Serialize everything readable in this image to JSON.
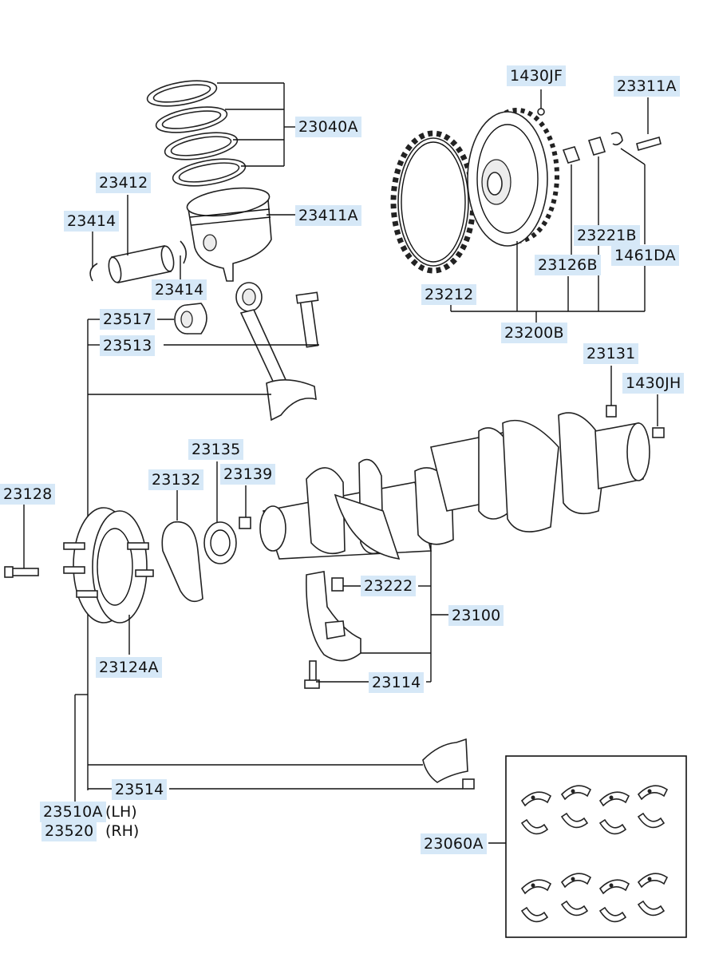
{
  "diagram": {
    "callouts": {
      "p23040A": "23040A",
      "p23412": "23412",
      "p23414a": "23414",
      "p23411A": "23411A",
      "p23414b": "23414",
      "p23517": "23517",
      "p23513": "23513",
      "p1430JF": "1430JF",
      "p23311A": "23311A",
      "p23221B": "23221B",
      "p23126B": "23126B",
      "p1461DA": "1461DA",
      "p23212": "23212",
      "p23200B": "23200B",
      "p23131": "23131",
      "p1430JH": "1430JH",
      "p23135": "23135",
      "p23132": "23132",
      "p23139": "23139",
      "p23128": "23128",
      "p23222": "23222",
      "p23100": "23100",
      "p23124A": "23124A",
      "p23114": "23114",
      "p23514": "23514",
      "p23510A": "23510A",
      "p23520": "23520",
      "p23060A": "23060A"
    },
    "suffixes": {
      "lh": "(LH)",
      "rh": "(RH)"
    }
  }
}
